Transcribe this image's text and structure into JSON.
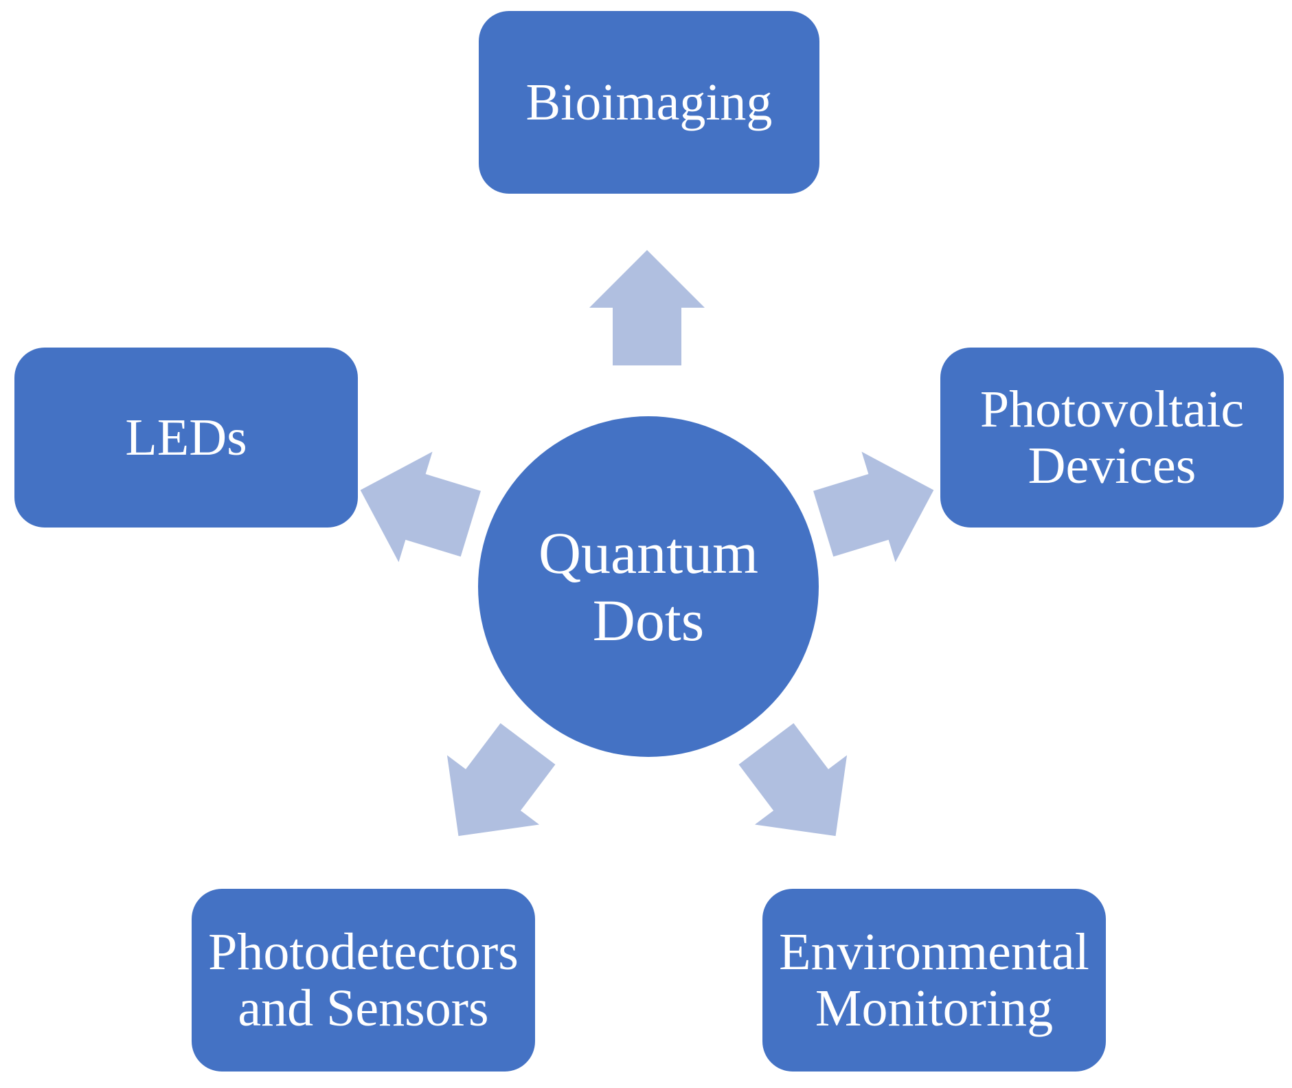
{
  "center": {
    "line1": "Quantum",
    "line2": "Dots"
  },
  "nodes": {
    "bioimaging": {
      "line1": "Bioimaging"
    },
    "leds": {
      "line1": "LEDs"
    },
    "photovoltaic": {
      "line1": "Photovoltaic",
      "line2": "Devices"
    },
    "photodetectors": {
      "line1": "Photodetectors",
      "line2": "and Sensors"
    },
    "environmental": {
      "line1": "Environmental",
      "line2": "Monitoring"
    }
  },
  "colors": {
    "box": "#4472c4",
    "arrow": "#b0bfe0",
    "text": "#ffffff",
    "background": "#ffffff"
  }
}
